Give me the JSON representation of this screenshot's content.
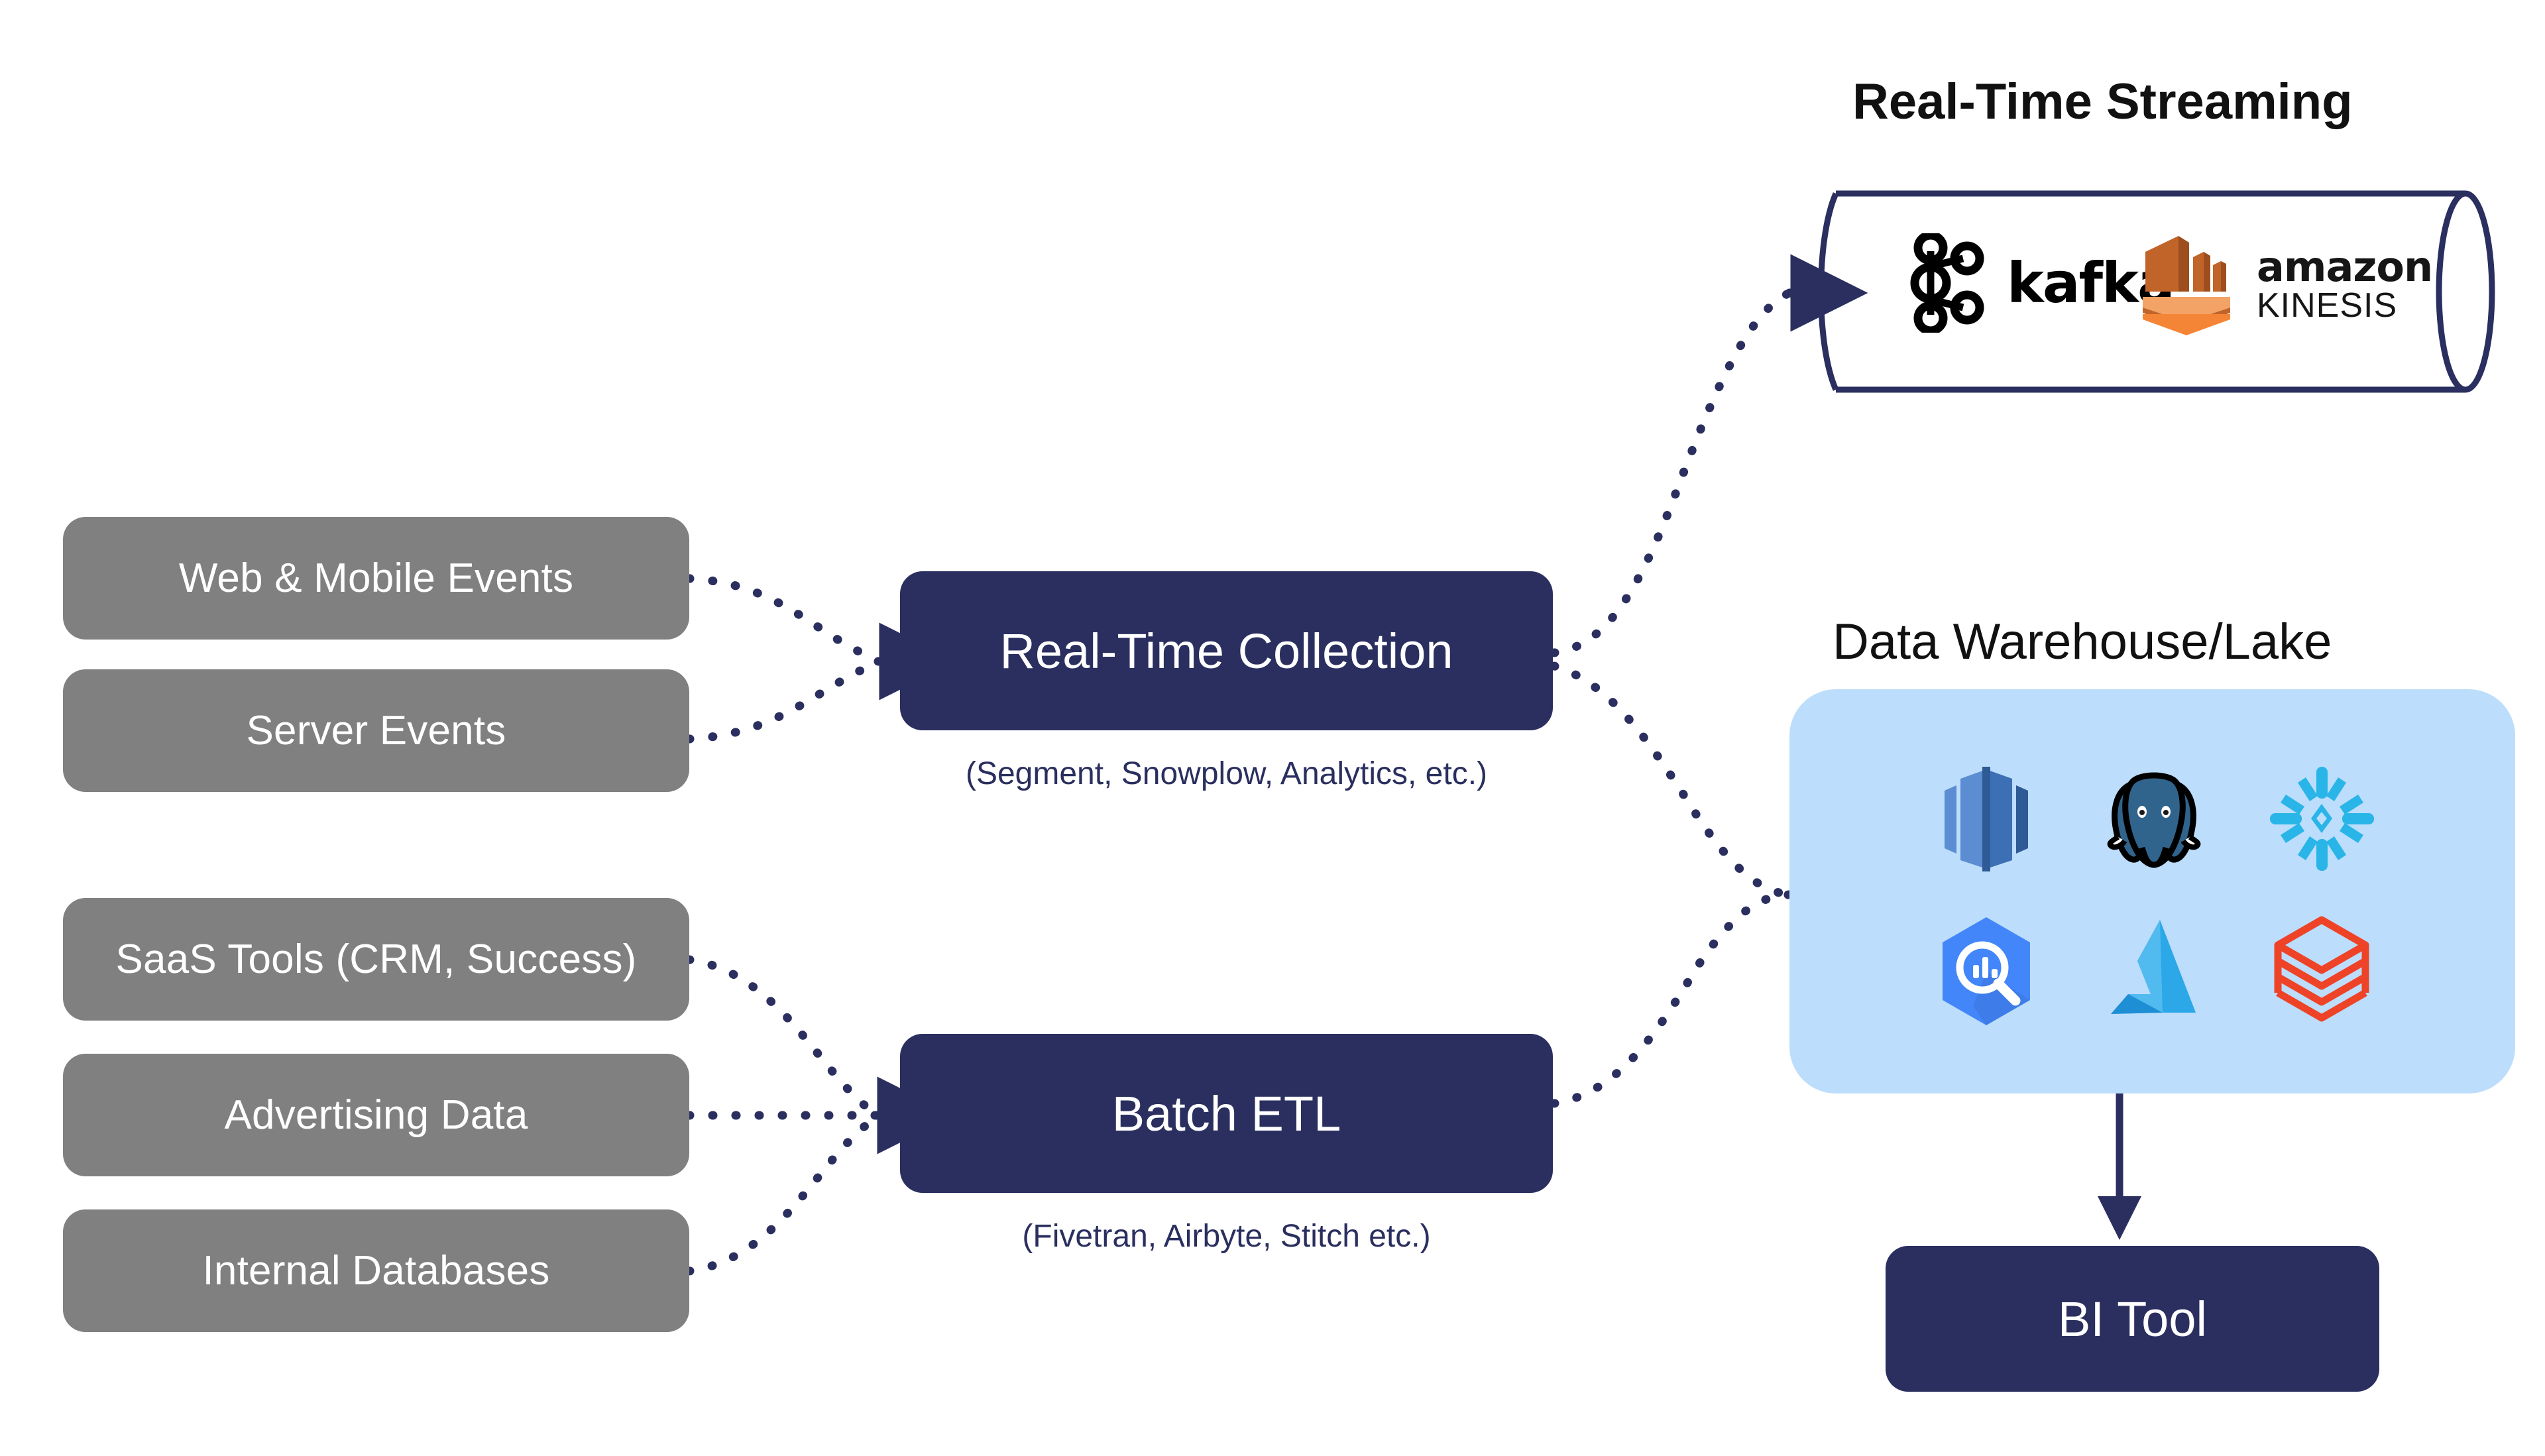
{
  "diagram": {
    "title_realtime_streaming": "Real-Time Streaming",
    "title_data_warehouse": "Data Warehouse/Lake"
  },
  "sources": {
    "group_events": [
      {
        "label": "Web & Mobile Events",
        "name": "source-web-mobile-events"
      },
      {
        "label": "Server Events",
        "name": "source-server-events"
      }
    ],
    "group_batch": [
      {
        "label": "SaaS Tools (CRM, Success)",
        "name": "source-saas-tools"
      },
      {
        "label": "Advertising Data",
        "name": "source-advertising-data"
      },
      {
        "label": "Internal Databases",
        "name": "source-internal-databases"
      }
    ]
  },
  "processors": {
    "realtime": {
      "label": "Real-Time Collection",
      "caption": "(Segment, Snowplow, Analytics, etc.)"
    },
    "batch": {
      "label": "Batch ETL",
      "caption": "(Fivetran, Airbyte, Stitch etc.)"
    }
  },
  "streaming": {
    "logos": [
      {
        "name": "kafka-logo",
        "word": "kafka"
      },
      {
        "name": "amazon-kinesis-logo",
        "word_top": "amazon",
        "word_bottom": "KINESIS"
      }
    ]
  },
  "warehouse": {
    "icons": [
      {
        "name": "aws-redshift-icon",
        "label": "Amazon Redshift"
      },
      {
        "name": "postgresql-icon",
        "label": "PostgreSQL"
      },
      {
        "name": "snowflake-icon",
        "label": "Snowflake"
      },
      {
        "name": "google-bigquery-icon",
        "label": "Google BigQuery"
      },
      {
        "name": "azure-synapse-icon",
        "label": "Azure Synapse"
      },
      {
        "name": "databricks-icon",
        "label": "Databricks"
      }
    ]
  },
  "output": {
    "bi_tool": "BI Tool"
  },
  "colors": {
    "navy": "#2A2F5F",
    "gray": "#808080",
    "light_blue": "#BCDDFB",
    "white": "#FFFFFF",
    "kinesis_orange": "#F58536",
    "kinesis_brown": "#C1642A",
    "databricks_red": "#EE4327",
    "snowflake_blue": "#29B5E8",
    "bigquery_blue": "#4386FA",
    "azure_blue": "#2CA7E8",
    "postgres_blue": "#31648C",
    "redshift_blue": "#3D6FB4"
  }
}
